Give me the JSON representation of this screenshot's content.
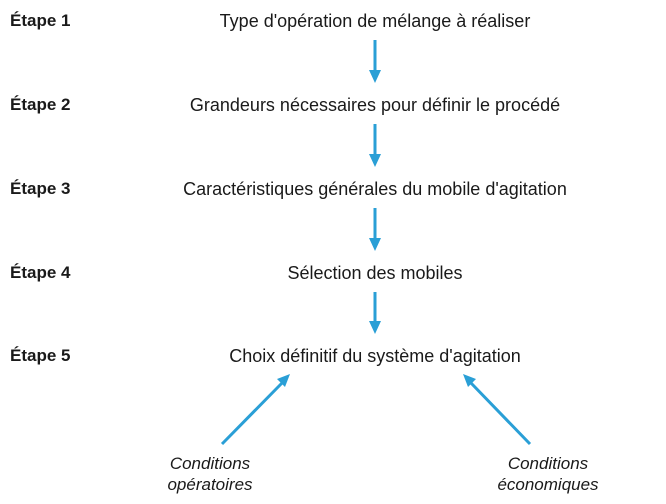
{
  "steps": [
    {
      "label": "Étape 1",
      "text": "Type d'opération de mélange à réaliser"
    },
    {
      "label": "Étape 2",
      "text": "Grandeurs nécessaires pour définir le procédé"
    },
    {
      "label": "Étape 3",
      "text": "Caractéristiques générales du mobile d'agitation"
    },
    {
      "label": "Étape 4",
      "text": "Sélection des mobiles"
    },
    {
      "label": "Étape 5",
      "text": "Choix définitif du système d'agitation"
    }
  ],
  "conditions": {
    "left": {
      "line1": "Conditions",
      "line2": "opératoires"
    },
    "right": {
      "line1": "Conditions",
      "line2": "économiques"
    }
  },
  "colors": {
    "arrow": "#2a9fd6",
    "text": "#1a1a1a"
  }
}
